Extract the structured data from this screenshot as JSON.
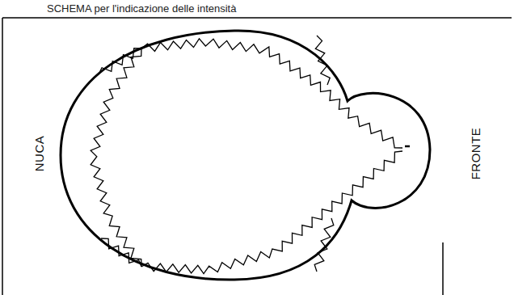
{
  "diagram": {
    "title": "SCHEMA per l'indicazione delle intensità",
    "labels": [
      "NUCA",
      "FRONTE"
    ]
  }
}
